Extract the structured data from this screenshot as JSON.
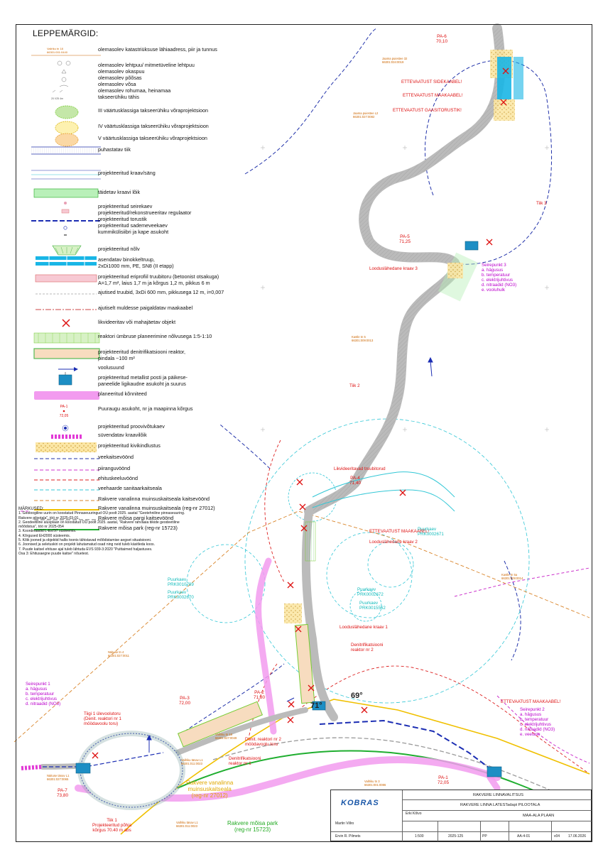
{
  "legend": {
    "title": "LEPPEMÄRGID:",
    "rows": [
      {
        "label": "olemasolev katastriüksuse lähiaadress, piir ja tunnus",
        "sample_text": "Vallriku tn 18\n66301:001:0440"
      },
      {
        "label": "olemasolev lehtpuu/ mitmetüveline lehtpuu\nolemasolev okaspuu\nolemasolev põõsas\nolemasolev võsa\nolemasolev rohumaa, heinamaa\ntakseerühiku tähis"
      },
      {
        "label": "III väärtusklassiga takseerühiku võraprojektsioon"
      },
      {
        "label": "IV väärtusklassiga takseerühiku võraprojektsioon"
      },
      {
        "label": "V väärtusklassiga takseerühiku võraprojektsioon"
      },
      {
        "label": "puhastatav tiik"
      },
      {
        "label": "projekteeritud kraav/säng"
      },
      {
        "label": "täidetav kraavi lõik"
      },
      {
        "label": "projekteeritud seirekaev\nprojekteeritud/rekonstrueeritav regulaator\nprojekteeritud torustik\nprojekteeritud sademeveekaev\nkummikülisiibri ja kape asukoht"
      },
      {
        "label": "projekteeritud nõlv"
      },
      {
        "label": "asendatav binokkeltruup,\n2xDi1000 mm, PE, SN8 (II etapp)"
      },
      {
        "label": "projekteeritud eriprofiil truubitoru (betoonist otsakuga)\nA=1,7 m², laius 1,7 m ja kõrgus 1,2 m, pikkus 6 m"
      },
      {
        "label": "ajutised truubid, 3xDi 600 mm, pikkusega 12 m, i=0,007"
      },
      {
        "label": "ajutiselt muldesse paigaldatav maakaabel"
      },
      {
        "label": "likvideeritav või mahajäetav objekt"
      },
      {
        "label": "reaktori ümbruse planeerimine nõlvusega 1:5-1:10"
      },
      {
        "label": "projekteeritud denitrifikatsiooni reaktor,\npindala ~100 m²"
      },
      {
        "label": "voolusuund"
      },
      {
        "label": "projekteeritud metallist posti ja päikese-\npaneelide ligikaudne asukoht ja suurus"
      },
      {
        "label": "planeeritud kõnniteed"
      },
      {
        "label": "Puuraugu asukoht, nr ja maapinna kõrgus",
        "sample_text": "PA-1\n72,05"
      },
      {
        "label": "projekteeritud proovivõtukaev"
      },
      {
        "label": "süvendatav kraavilõik"
      },
      {
        "label": "projekteeritud kivikindlustus"
      },
      {
        "label": "veekaitsevöönd"
      },
      {
        "label": "piiranguvöönd"
      },
      {
        "label": "ehituskeeluvöönd"
      },
      {
        "label": "veehaarde sanitaarkaitseala"
      },
      {
        "label": "Rakvere vanalinna muinsuskaitseala kaitsevöönd"
      },
      {
        "label": "Rakvere vanalinna muinsuskaitseala (reg-nr 27012)"
      },
      {
        "label": "Rakvere mõisa pargi kaitsevöönd"
      },
      {
        "label": "Rakvere mõisa park (reg-nr 15723)"
      }
    ]
  },
  "notes": {
    "title": "MÄRKUSED:",
    "items": [
      "1.  Geoloogiline uurin on koostatud Pinnaseuuringud OÜ poolt 2025. aastal \"Geotehniline pinnaseuuring.\n     Rakvere pilootala\", töö nr 2025-03-01.",
      "2.  Geodeetiline alusplaan on koostatud OÜ poolt 2025. aastal, \"Rakvere rahvaaia tiikide geodeetiline\n     mõõdistus\", töö nr 2025-054",
      "3.  Koordinaadid L-Est'97 süsteemis.",
      "4.  Kõrgused EH2000 süsteemis.",
      "5.  Kõik jooned ja objektid hallis toonis tähistavad mõõdistamise aegset situatsiooni.",
      "6.  Joonised ja seletuskiri on projekti lahutamatud osad ning neid tuleb käsitleda koos.",
      "7.  Puude kaitsel ehituse ajal tuleb lähtuda EVS 939-3:2020 \"Puittaimed haljastuses.\n     Osa 3: Ehitusaegne puude kaitse\" nõuetest."
    ]
  },
  "map_labels": {
    "boreholes": [
      {
        "text": "PA-6\n70,10"
      },
      {
        "text": "PA-5\n71,25"
      },
      {
        "text": "PA-4\n71,40"
      },
      {
        "text": "PA-3\n72,00"
      },
      {
        "text": "PA-2\n71,80"
      },
      {
        "text": "PA-7\n73,80"
      },
      {
        "text": "PA-1\n72,05"
      }
    ],
    "warnings": [
      "ETTEVAATUST SIDEKAABEL!",
      "ETTEVAATUST MAAKAABEL!",
      "ETTEVAATUST GAASITORUSTIK!",
      "ETTEVAATUST MAAKAABEL!",
      "ETTEVAATUST MAAKAABEL!"
    ],
    "ponds": [
      "Tiik 3",
      "Tiik 2",
      "Tiik 1\nProjekteeritud põhja\nkõrgus 70.40 m abs"
    ],
    "ditches": [
      "Looduslähedane kraav 3",
      "Looduslähedane kraav 2",
      "Looduslähedane kraav 1"
    ],
    "reactors": [
      "Denitrifikatsiooni\nreaktor nr 2",
      "Denitrifikatsiooni\nreaktor nr 1",
      "Denit. reaktori nr 2\nmöödavoolu toru",
      "Tiigi 1 ülevoolutoru\n(Denit. reaktori nr 1\nmöödavoolu toru)",
      "Likvideeritavad truubitorud"
    ],
    "wells": [
      "Puurkaev\nPRK0002671",
      "Puurkaev\nPRK0002672",
      "Puurkaev\nPRK0015562",
      "Puurkaev\nPRK0010789",
      "Puurkaev\nPRK0002670"
    ],
    "monitoring_3": {
      "title": "Seirepunkt 3",
      "items": [
        "a.  hägusus",
        "b.  temperatuur",
        "c.  elektrijuhtivus",
        "d.  nitraadid (NO3)",
        "e.  vooluhulk"
      ]
    },
    "monitoring_1": {
      "title": "Seirepunkt 1",
      "items": [
        "a.  hägusus",
        "b.  temperatuur",
        "c.  elektrijuhtivus",
        "d.  nitraadid (NO3)"
      ]
    },
    "monitoring_2": {
      "title": "Seirepunkt 2",
      "items": [
        "a.  hägusus",
        "b.  temperatuur",
        "c.  elektrijuhtivus",
        "d.  nitraadid (NO3)",
        "e.  veetase"
      ]
    },
    "heritage_zone": "Rakvere vanalinna\nmuinsuskaitseala\n(reg-nr 27012)",
    "manor_park": "Rakvere mõisa park\n(reg-nr 15723)",
    "angles": [
      "71°",
      "69°"
    ],
    "cadastral": [
      "Jaama puiestee 32\n66301:034:0019",
      "Jaama puiestee L2\n66301:027:0082",
      "Kastle tn 5\n66301:009:0013",
      "Kastle tn 5a\n66301:009:0014",
      "Näituse tn 4\n66301:027:0011",
      "Vallriku tn 18\n66301:027:0049",
      "Vallriku tänav L1\n66301:011:0023",
      "Vallriku tn 3\n66301:001:0086",
      "Näituse tänav L1\n66301:027:0065",
      "Vallriku tänav L1\n66301:011:0023"
    ]
  },
  "title_block": {
    "logo": "KOBRAS",
    "client": "RAKVERE LINNAVALITSUS",
    "project": "RAKVERE LINNA LATESTadapt PILOOTALA",
    "drawing": "MAA-ALA PLAAN",
    "scale": "1:500",
    "work_no": "2025-125",
    "stage": "PP",
    "sheet_no": "AA-4-01",
    "version": "v04",
    "date": "17.06.2026",
    "drafter": "Martin Villro",
    "checker": "Erki Kõivo",
    "designer": "Ervin R. Pilmets"
  },
  "colors": {
    "water_protection": "#2233aa",
    "restriction_zone": "#cc33cc",
    "building_ban": "#dd2222",
    "sanitary_zone": "#33c7d6",
    "heritage_buffer": "#d9852b",
    "heritage_zone": "#f0c000",
    "park_buffer": "#9a9a9a",
    "park": "#1fae2f",
    "walkway": "#f29bef",
    "reactor_fill": "#f7dcbf",
    "ditch_fill": "#b9f0b9",
    "pipeline": "#1b2db3",
    "red_x": "#d11"
  }
}
